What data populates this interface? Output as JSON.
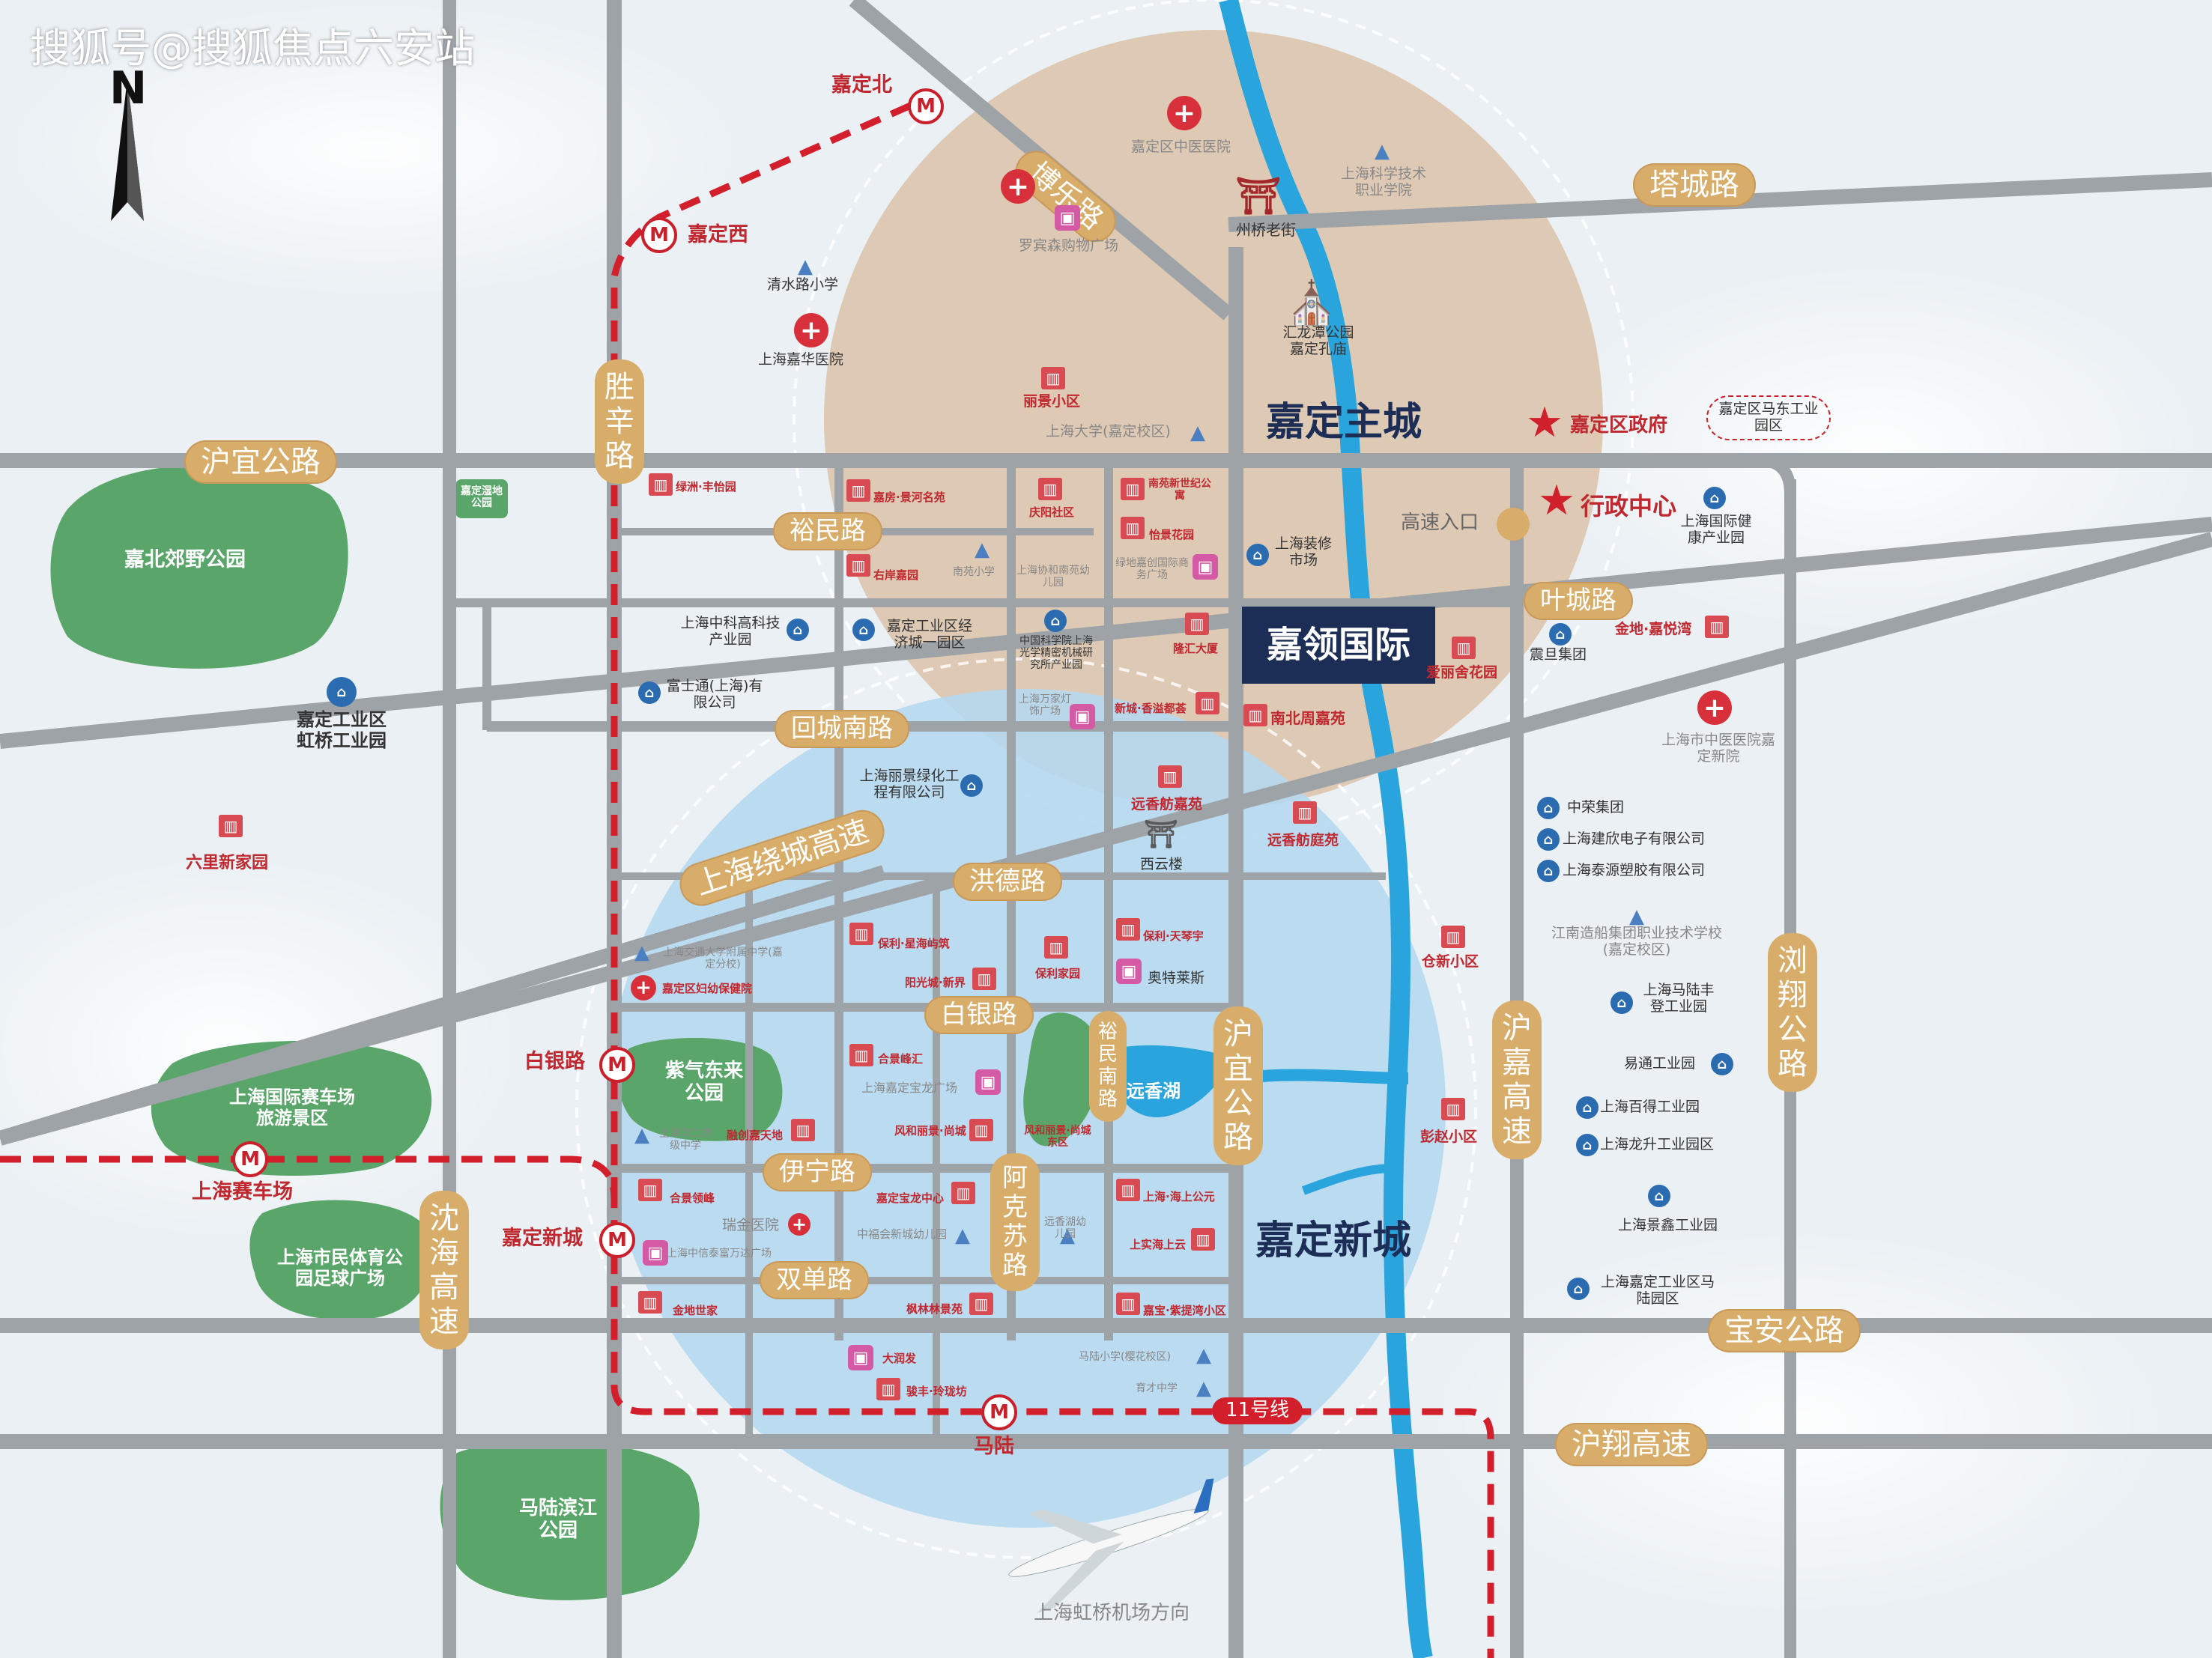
{
  "watermark": "搜狐号@搜狐焦点六安站",
  "compass": "N",
  "project": "嘉领国际",
  "districts": {
    "main_city": "嘉定主城",
    "new_city": "嘉定新城"
  },
  "roads": {
    "tacheng": "塔城路",
    "huyi": "沪宜公路",
    "yuming": "裕民路",
    "huicheng_south": "回城南路",
    "ring_expressway": "上海绕城高速",
    "hongde": "洪德路",
    "baiyin": "白银路",
    "yining": "伊宁路",
    "shuangdan": "双单路",
    "baoan": "宝安公路",
    "huxiang_exp": "沪翔高速",
    "yecheng": "叶城路",
    "shengxin": "胜辛路",
    "huyi_road_v": "沪宜公路",
    "akesu": "阿克苏路",
    "yuming_south": "裕民南路",
    "shenhai_exp": "沈海高速",
    "hujia_exp": "沪嘉高速",
    "liuxiang": "浏翔公路",
    "bonian": "博乐路",
    "line11": "11号线",
    "highway_entry": "高速入口"
  },
  "stations": [
    "嘉定北",
    "嘉定西",
    "白银路",
    "上海赛车场",
    "嘉定新城",
    "马陆"
  ],
  "parks": [
    "嘉北郊野公园",
    "上海国际赛车场旅游景区",
    "上海市民体育公园足球广场",
    "马陆滨江公园",
    "紫气东来公园",
    "远香湖",
    "嘉定湿地公园"
  ],
  "poi": {
    "p_hospital_zy": "嘉定区中医医院",
    "p_kejiao": "上海科学技术职业学院",
    "p_luobin": "罗宾森购物广场",
    "p_zhouqiao": "州桥老街",
    "p_qingshui": "清水路小学",
    "p_jiahua": "上海嘉华医院",
    "p_huilong": "汇龙潭公园 嘉定孔庙",
    "p_lijing": "丽景小区",
    "p_shu": "上海大学(嘉定校区)",
    "p_gov": "嘉定区政府",
    "p_madong": "嘉定区马东工业园区",
    "p_admin": "行政中心",
    "p_jiankang": "上海国际健康产业园",
    "p_zhuangxiu": "上海装修市场",
    "p_zhenda": "震旦集团",
    "p_jindi": "金地·嘉悦湾",
    "p_aili": "爱丽舍花园",
    "p_lvfu": "绿洲·丰怡园",
    "p_jiafang": "嘉房·景河名苑",
    "p_qingyang": "庆阳社区",
    "p_nanyuan": "南苑新世纪公寓",
    "p_yijing": "怡景花园",
    "p_youan": "右岸嘉园",
    "p_nanyuan_xx": "南苑小学",
    "p_xiehe": "上海协和南苑幼儿园",
    "p_lvzhou": "绿地嘉创国际商务广场",
    "p_zhongke": "上海中科高科技产业园",
    "p_jingji": "嘉定工业区经济城一园区",
    "p_guangxue": "中国科学院上海光学精密机械研究所产业园",
    "p_longhui": "隆汇大厦",
    "p_fushitong": "富士通(上海)有限公司",
    "p_wanjia": "上海万家灯饰广场",
    "p_xiangyue": "新城·香溢都荟",
    "p_nanbei": "南北周嘉苑",
    "p_hongqiao_gy": "嘉定工业区虹桥工业园",
    "p_zhongyi_new": "上海市中医医院嘉定新院",
    "p_lijing_lh": "上海丽景绿化工程有限公司",
    "p_yuanxiang_jy": "远香舫嘉苑",
    "p_xiyun": "西云楼",
    "p_yuanxiang_ty": "远香舫庭苑",
    "p_liuli": "六里新家园",
    "p_zhongrong": "中荣集团",
    "p_jianxin": "上海建欣电子有限公司",
    "p_taiyuan": "上海泰源塑胶有限公司",
    "p_jiangnan": "江南造船集团职业技术学校(嘉定校区)",
    "p_cangxin": "仓新小区",
    "p_mafeng": "上海马陆丰登工业园",
    "p_yitong": "易通工业园",
    "p_baide": "上海百得工业园",
    "p_longsheng": "上海龙升工业园区",
    "p_pengzhao": "彭赵小区",
    "p_jingxin": "上海景鑫工业园",
    "p_jiading_gy": "上海嘉定工业区马陆园区",
    "p_baoli_xh": "保利·星海屿筑",
    "p_jiaoda": "上海交通大学附属中学(嘉定分校)",
    "p_fuyou": "嘉定区妇幼保健院",
    "p_yangguang": "阳光城·新界",
    "p_baoli_jy": "保利家园",
    "p_baoli_tq": "保利·天琴宇",
    "p_aolaisi": "奥特莱斯",
    "p_hejing": "合景峰汇",
    "p_baohua": "上海嘉定宝龙广场",
    "p_huazhong": "上海华二初级中学",
    "p_rongchuang": "融创嘉天地",
    "p_fenghe_sc": "风和丽景·尚城",
    "p_fenghe_hj": "风和丽景·尚城东区",
    "p_hejing_lx": "合景领峰",
    "p_baolong_zx": "嘉定宝龙中心",
    "p_haishang": "上海·海上公元",
    "p_ruijin": "瑞金医院",
    "p_zhongqiao": "中福会新城幼儿园",
    "p_yuanxiang_you": "远香湖幼儿园",
    "p_shishang": "上实海上云",
    "p_zhongxin": "上海中信泰富万达广场",
    "p_jindi_sj": "金地世家",
    "p_fenglin": "枫林林景苑",
    "p_jiading_zh": "嘉宝·紫提湾小区",
    "p_dadu": "大润发",
    "p_tianyuan": "骏丰·玲珑坊",
    "p_malu_xx": "马陆小学(樱花校区)",
    "p_yucai": "育才中学",
    "airport": "上海虹桥机场方向"
  },
  "colors": {
    "main_city_circle": "#dcc2a8",
    "new_city_circle": "#b6d8f0",
    "road_label": "#d8ad6a",
    "river": "#2aa4dc",
    "metro_line": "#d21f2b",
    "park": "#5aa66a",
    "project_box": "#1c2e56"
  }
}
